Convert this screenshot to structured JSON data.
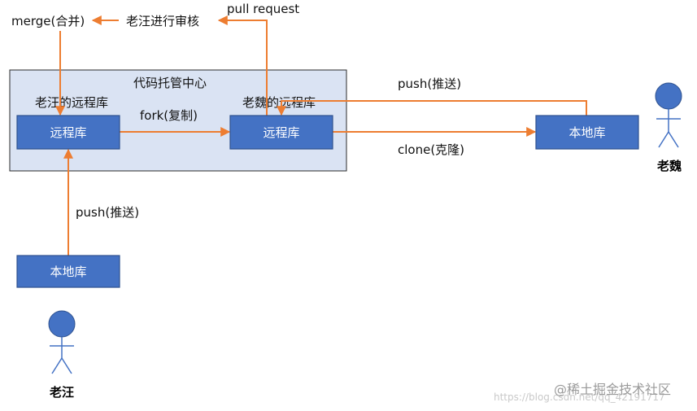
{
  "hub": {
    "title": "代码托管中心"
  },
  "laowang": {
    "remote_caption": "老汪的远程库",
    "remote_repo": "远程库",
    "local_repo": "本地库",
    "actor": "老汪"
  },
  "laowei": {
    "remote_caption": "老魏的远程库",
    "remote_repo": "远程库",
    "local_repo": "本地库",
    "actor": "老魏"
  },
  "review": {
    "label": "老汪进行审核"
  },
  "arrows": {
    "merge": "merge(合并)",
    "pull_request": "pull request",
    "fork": "fork(复制)",
    "push_laowei": "push(推送)",
    "clone": "clone(克隆)",
    "push_laowang": "push(推送)"
  },
  "watermark": {
    "brand": "@稀土掘金技术社区",
    "url": "https://blog.csdn.net/qq_42191717"
  },
  "colors": {
    "box_fill": "#4472c4",
    "hub_fill": "#dae3f3",
    "arrow": "#ed7d31"
  }
}
